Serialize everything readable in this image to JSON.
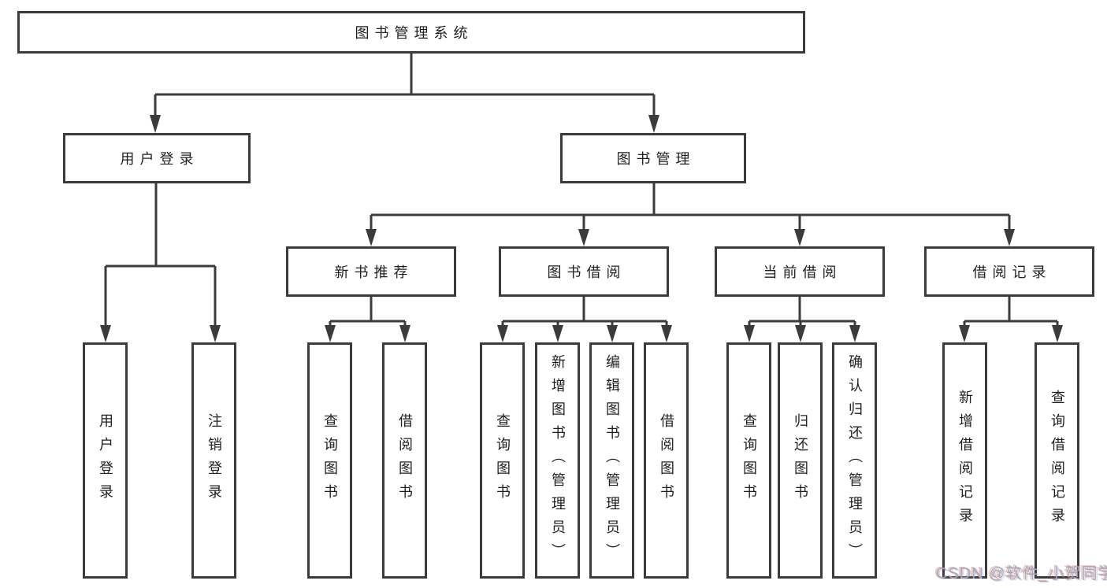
{
  "diagram": {
    "kind": "hierarchy-tree",
    "colors": {
      "line": "#3b3b3b",
      "box_border": "#3b3b3b",
      "box_fill": "#ffffff",
      "text": "#1f1f1f",
      "watermark_text": "#a9abb2"
    },
    "nodes": {
      "root": {
        "label": "图书管理系统"
      },
      "user_login": {
        "label": "用户登录"
      },
      "book_mgmt": {
        "label": "图书管理"
      },
      "new_book_rec": {
        "label": "新书推荐"
      },
      "book_borrow": {
        "label": "图书借阅"
      },
      "current_borrow": {
        "label": "当前借阅"
      },
      "borrow_records": {
        "label": "借阅记录"
      },
      "leaves": {
        "user_login_1": {
          "label": "用户登录"
        },
        "user_login_2": {
          "label": "注销登录"
        },
        "new_book_1": {
          "label": "查询图书"
        },
        "new_book_2": {
          "label": "借阅图书"
        },
        "book_borrow_1": {
          "label": "查询图书"
        },
        "book_borrow_2": {
          "label": "新增图书（管理员）"
        },
        "book_borrow_3": {
          "label": "编辑图书（管理员）"
        },
        "book_borrow_4": {
          "label": "借阅图书"
        },
        "current_1": {
          "label": "查询图书"
        },
        "current_2": {
          "label": "归还图书"
        },
        "current_3": {
          "label": "确认归还（管理员）"
        },
        "records_1": {
          "label": "新增借阅记录"
        },
        "records_2": {
          "label": "查询借阅记录"
        }
      }
    },
    "watermark": {
      "text": "CSDN @软件_小贺同学"
    }
  }
}
